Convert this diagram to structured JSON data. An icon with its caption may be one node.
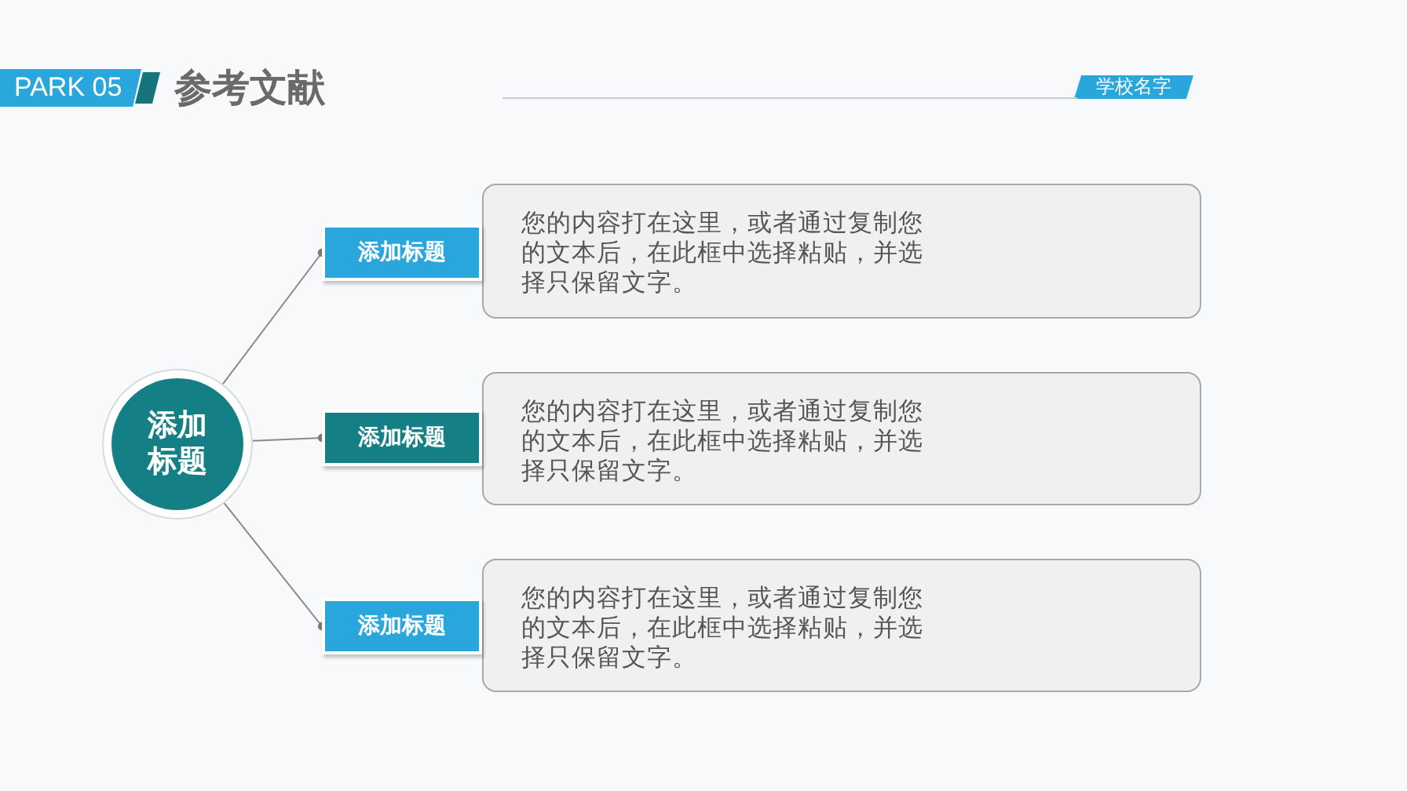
{
  "diagram": {
    "title": "参考文献",
    "nodes": [
      {
        "text": [
          "添加标题"
        ]
      },
      {
        "text": [
          "添加标题"
        ]
      },
      {
        "text": [
          "您的内容打在这里，或者通过复制您的文本后，在此框中选择粘贴，并选择只保留文字。"
        ]
      },
      {
        "text": [
          "添加标题"
        ]
      },
      {
        "text": [
          "您的内容打在这里，或者通过复制您的文本后，在此框中选择粘贴，并选择只保留文字。"
        ]
      },
      {
        "text": [
          "添加标题"
        ]
      },
      {
        "text": [
          "您的内容打在这里，或者通过复制您的文本后，在此框中选择粘贴，并选择只保留文字。"
        ]
      }
    ],
    "edges": [
      {
        "from": 0,
        "to": 1,
        "arrow": "other"
      },
      {
        "from": 0,
        "to": 3,
        "arrow": "other"
      },
      {
        "from": 0,
        "to": 5,
        "arrow": "other"
      }
    ],
    "labels": [
      "PARK 05",
      "学校名字"
    ]
  }
}
